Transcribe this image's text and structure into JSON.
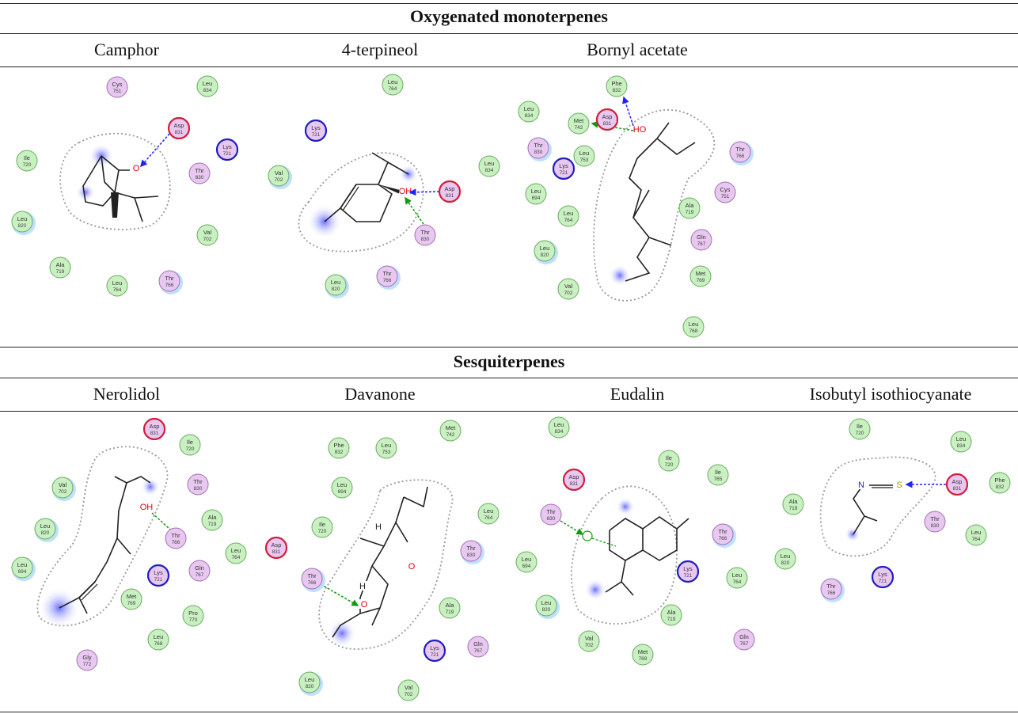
{
  "sections": [
    {
      "title": "Oxygenated monoterpenes",
      "compounds": [
        "Camphor",
        "4-terpineol",
        "Bornyl acetate",
        ""
      ]
    },
    {
      "title": "Sesquiterpenes",
      "compounds": [
        "Nerolidol",
        "Davanone",
        "Eudalin",
        "Isobutyl isothiocyanate"
      ]
    }
  ],
  "colors": {
    "hydrophobic": "#c8f0c0",
    "polar": "#e8c8f0",
    "acidic": "#d0203c",
    "basic": "#2020c0",
    "hbond_sidechain": "#2222ff",
    "hbond_backbone": "#119911",
    "exposure": "#9aa0ff"
  },
  "panels": {
    "camphor": {
      "residues": [
        {
          "name": "Cys",
          "num": "751",
          "type": "polar"
        },
        {
          "name": "Leu",
          "num": "834",
          "type": "hydrophobic"
        },
        {
          "name": "Asp",
          "num": "831",
          "type": "acidic"
        },
        {
          "name": "Lys",
          "num": "721",
          "type": "basic"
        },
        {
          "name": "Ile",
          "num": "720",
          "type": "hydrophobic"
        },
        {
          "name": "Thr",
          "num": "830",
          "type": "polar"
        },
        {
          "name": "Leu",
          "num": "820",
          "type": "hydrophobic"
        },
        {
          "name": "Val",
          "num": "702",
          "type": "hydrophobic"
        },
        {
          "name": "Ala",
          "num": "719",
          "type": "hydrophobic"
        },
        {
          "name": "Leu",
          "num": "764",
          "type": "hydrophobic"
        },
        {
          "name": "Thr",
          "num": "766",
          "type": "polar"
        }
      ],
      "atoms": [
        "O"
      ]
    },
    "terpineol": {
      "residues": [
        {
          "name": "Leu",
          "num": "764",
          "type": "hydrophobic"
        },
        {
          "name": "Lys",
          "num": "721",
          "type": "basic"
        },
        {
          "name": "Val",
          "num": "702",
          "type": "hydrophobic"
        },
        {
          "name": "Asp",
          "num": "831",
          "type": "acidic"
        },
        {
          "name": "Thr",
          "num": "830",
          "type": "polar"
        },
        {
          "name": "Leu",
          "num": "820",
          "type": "hydrophobic"
        },
        {
          "name": "Thr",
          "num": "766",
          "type": "polar"
        },
        {
          "name": "Leu",
          "num": "834",
          "type": "hydrophobic"
        }
      ],
      "atoms": [
        "OH"
      ]
    },
    "bornyl": {
      "residues": [
        {
          "name": "Phe",
          "num": "832",
          "type": "hydrophobic"
        },
        {
          "name": "Leu",
          "num": "834",
          "type": "hydrophobic"
        },
        {
          "name": "Asp",
          "num": "831",
          "type": "acidic"
        },
        {
          "name": "Met",
          "num": "742",
          "type": "hydrophobic"
        },
        {
          "name": "Thr",
          "num": "830",
          "type": "polar"
        },
        {
          "name": "Leu",
          "num": "753",
          "type": "hydrophobic"
        },
        {
          "name": "Lys",
          "num": "721",
          "type": "basic"
        },
        {
          "name": "Leu",
          "num": "694",
          "type": "hydrophobic"
        },
        {
          "name": "Leu",
          "num": "764",
          "type": "hydrophobic"
        },
        {
          "name": "Leu",
          "num": "820",
          "type": "hydrophobic"
        },
        {
          "name": "Val",
          "num": "702",
          "type": "hydrophobic"
        },
        {
          "name": "Thr",
          "num": "766",
          "type": "polar"
        },
        {
          "name": "Cys",
          "num": "751",
          "type": "polar"
        },
        {
          "name": "Ala",
          "num": "719",
          "type": "hydrophobic"
        },
        {
          "name": "Gln",
          "num": "767",
          "type": "polar"
        },
        {
          "name": "Met",
          "num": "769",
          "type": "hydrophobic"
        },
        {
          "name": "Leu",
          "num": "768",
          "type": "hydrophobic"
        }
      ],
      "atoms": [
        "HO"
      ]
    },
    "nerolidol": {
      "residues": [
        {
          "name": "Asp",
          "num": "831",
          "type": "acidic"
        },
        {
          "name": "Ile",
          "num": "720",
          "type": "hydrophobic"
        },
        {
          "name": "Val",
          "num": "702",
          "type": "hydrophobic"
        },
        {
          "name": "Thr",
          "num": "830",
          "type": "polar"
        },
        {
          "name": "Ala",
          "num": "719",
          "type": "hydrophobic"
        },
        {
          "name": "Leu",
          "num": "820",
          "type": "hydrophobic"
        },
        {
          "name": "Thr",
          "num": "766",
          "type": "polar"
        },
        {
          "name": "Leu",
          "num": "764",
          "type": "hydrophobic"
        },
        {
          "name": "Leu",
          "num": "694",
          "type": "hydrophobic"
        },
        {
          "name": "Lys",
          "num": "721",
          "type": "basic"
        },
        {
          "name": "Gln",
          "num": "767",
          "type": "polar"
        },
        {
          "name": "Met",
          "num": "769",
          "type": "hydrophobic"
        },
        {
          "name": "Pro",
          "num": "770",
          "type": "hydrophobic"
        },
        {
          "name": "Leu",
          "num": "768",
          "type": "hydrophobic"
        },
        {
          "name": "Gly",
          "num": "772",
          "type": "polar"
        }
      ],
      "atoms": [
        "OH"
      ]
    },
    "davanone": {
      "residues": [
        {
          "name": "Met",
          "num": "742",
          "type": "hydrophobic"
        },
        {
          "name": "Phe",
          "num": "832",
          "type": "hydrophobic"
        },
        {
          "name": "Leu",
          "num": "753",
          "type": "hydrophobic"
        },
        {
          "name": "Leu",
          "num": "694",
          "type": "hydrophobic"
        },
        {
          "name": "Leu",
          "num": "764",
          "type": "hydrophobic"
        },
        {
          "name": "Ile",
          "num": "720",
          "type": "hydrophobic"
        },
        {
          "name": "Asp",
          "num": "831",
          "type": "acidic"
        },
        {
          "name": "Thr",
          "num": "766",
          "type": "polar"
        },
        {
          "name": "Thr",
          "num": "830",
          "type": "polar"
        },
        {
          "name": "Ala",
          "num": "719",
          "type": "hydrophobic"
        },
        {
          "name": "Lys",
          "num": "721",
          "type": "basic"
        },
        {
          "name": "Gln",
          "num": "767",
          "type": "polar"
        },
        {
          "name": "Leu",
          "num": "820",
          "type": "hydrophobic"
        },
        {
          "name": "Val",
          "num": "702",
          "type": "hydrophobic"
        }
      ],
      "atoms": [
        "O",
        "O",
        "H",
        "H"
      ]
    },
    "eudalin": {
      "residues": [
        {
          "name": "Leu",
          "num": "834",
          "type": "hydrophobic"
        },
        {
          "name": "Ile",
          "num": "720",
          "type": "hydrophobic"
        },
        {
          "name": "Ile",
          "num": "765",
          "type": "hydrophobic"
        },
        {
          "name": "Asp",
          "num": "831",
          "type": "acidic"
        },
        {
          "name": "Thr",
          "num": "830",
          "type": "polar"
        },
        {
          "name": "Thr",
          "num": "766",
          "type": "polar"
        },
        {
          "name": "Leu",
          "num": "694",
          "type": "hydrophobic"
        },
        {
          "name": "Lys",
          "num": "721",
          "type": "basic"
        },
        {
          "name": "Leu",
          "num": "764",
          "type": "hydrophobic"
        },
        {
          "name": "Leu",
          "num": "820",
          "type": "hydrophobic"
        },
        {
          "name": "Ala",
          "num": "719",
          "type": "hydrophobic"
        },
        {
          "name": "Val",
          "num": "702",
          "type": "hydrophobic"
        },
        {
          "name": "Met",
          "num": "769",
          "type": "hydrophobic"
        },
        {
          "name": "Gln",
          "num": "767",
          "type": "polar"
        }
      ],
      "atoms": []
    },
    "isobutyl": {
      "residues": [
        {
          "name": "Ile",
          "num": "720",
          "type": "hydrophobic"
        },
        {
          "name": "Leu",
          "num": "834",
          "type": "hydrophobic"
        },
        {
          "name": "Phe",
          "num": "832",
          "type": "hydrophobic"
        },
        {
          "name": "Ala",
          "num": "719",
          "type": "hydrophobic"
        },
        {
          "name": "Asp",
          "num": "831",
          "type": "acidic"
        },
        {
          "name": "Thr",
          "num": "830",
          "type": "polar"
        },
        {
          "name": "Leu",
          "num": "764",
          "type": "hydrophobic"
        },
        {
          "name": "Leu",
          "num": "820",
          "type": "hydrophobic"
        },
        {
          "name": "Thr",
          "num": "766",
          "type": "polar"
        },
        {
          "name": "Lys",
          "num": "721",
          "type": "basic"
        }
      ],
      "atoms": [
        "N",
        "S"
      ]
    }
  }
}
